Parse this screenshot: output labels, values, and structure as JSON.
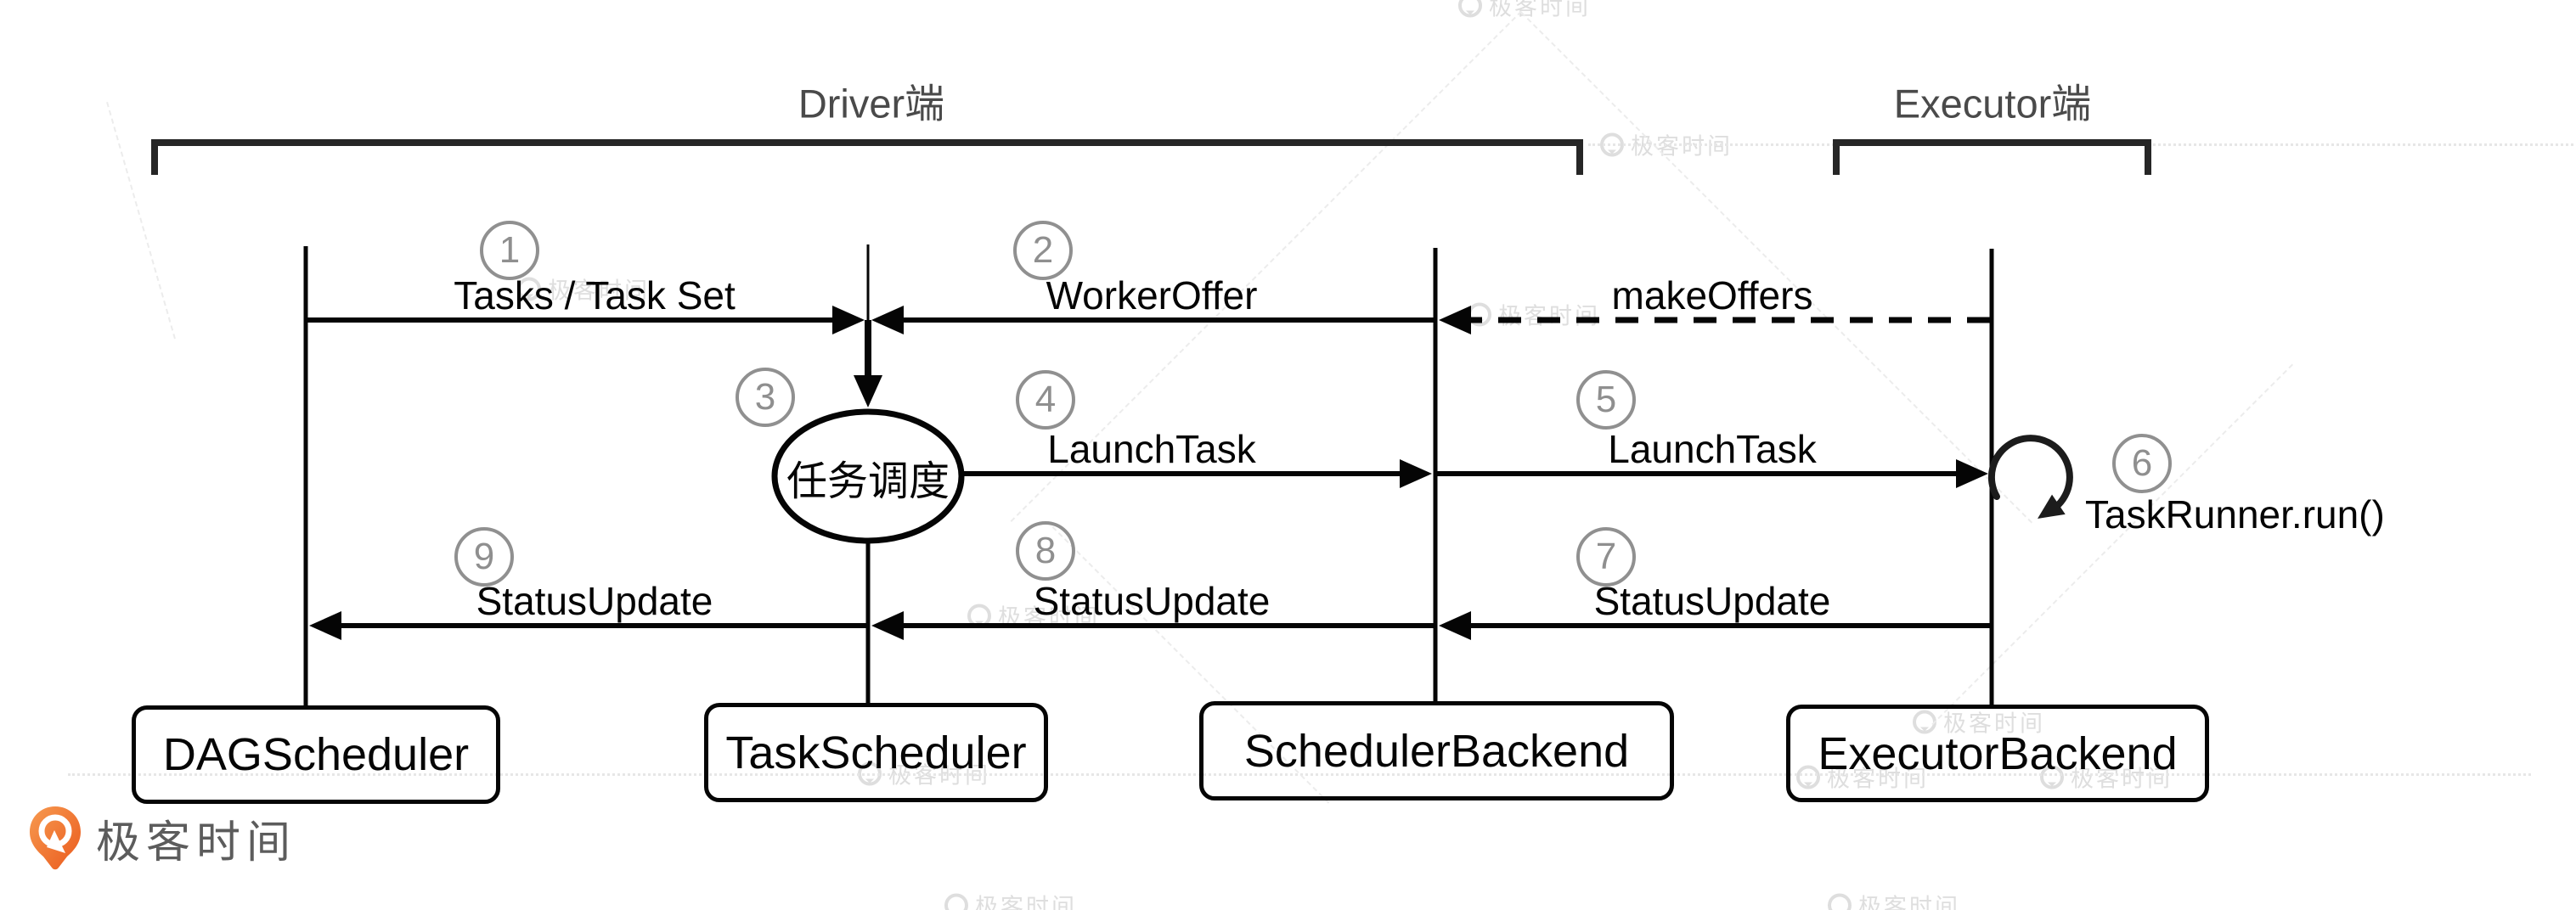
{
  "header": {
    "driver": "Driver端",
    "executor": "Executor端"
  },
  "steps": [
    {
      "num": "1",
      "label": "Tasks / Task Set"
    },
    {
      "num": "2",
      "label": "WorkerOffer"
    },
    {
      "num": "3",
      "label": "任务调度"
    },
    {
      "num": "4",
      "label": "LaunchTask"
    },
    {
      "num": "5",
      "label": "LaunchTask"
    },
    {
      "num": "6",
      "label": "TaskRunner.run()"
    },
    {
      "num": "7",
      "label": "StatusUpdate"
    },
    {
      "num": "8",
      "label": "StatusUpdate"
    },
    {
      "num": "9",
      "label": "StatusUpdate"
    }
  ],
  "extra_messages": {
    "make_offers": "makeOffers"
  },
  "components": {
    "dag_scheduler": "DAGScheduler",
    "task_scheduler": "TaskScheduler",
    "scheduler_backend": "SchedulerBackend",
    "executor_backend": "ExecutorBackend"
  },
  "branding": {
    "logo_text": "极客时间",
    "watermark_text": "极客时间"
  },
  "colors": {
    "line_black": "#050505",
    "bracket_gray": "#262626",
    "circle_gray": "#909090",
    "header_gray": "#4a4a4a",
    "logo_orange": "#ee6a21",
    "watermark_gray": "#dedede"
  }
}
